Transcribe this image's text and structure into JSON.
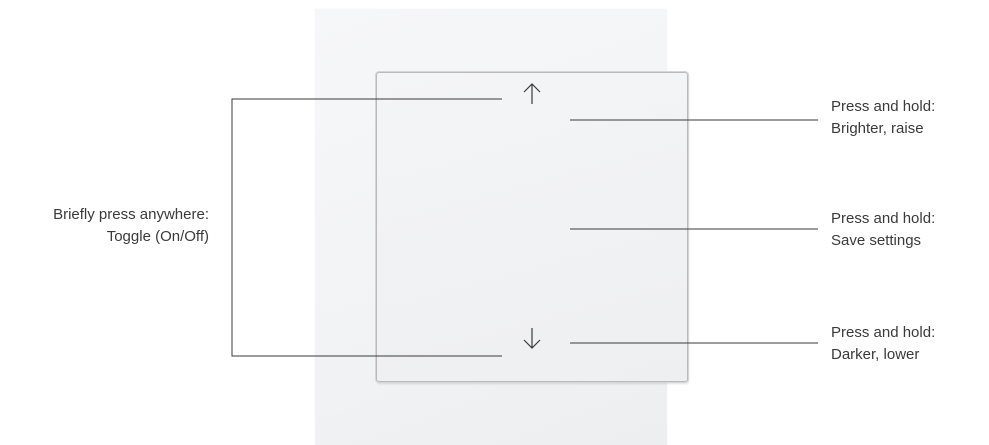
{
  "labels": {
    "toggle": {
      "line1": "Briefly press anywhere:",
      "line2": "Toggle (On/Off)"
    },
    "brighter": {
      "line1": "Press and hold:",
      "line2": "Brighter, raise"
    },
    "save": {
      "line1": "Press and hold:",
      "line2": "Save settings"
    },
    "darker": {
      "line1": "Press and hold:",
      "line2": "Darker, lower"
    }
  },
  "icons": {
    "up": "arrow-up-icon",
    "down": "arrow-down-icon"
  },
  "colors": {
    "frame": "#f2f3f5",
    "rocker": "#f1f2f4",
    "edge": "#b8babd",
    "ink": "#3a3a3a"
  }
}
